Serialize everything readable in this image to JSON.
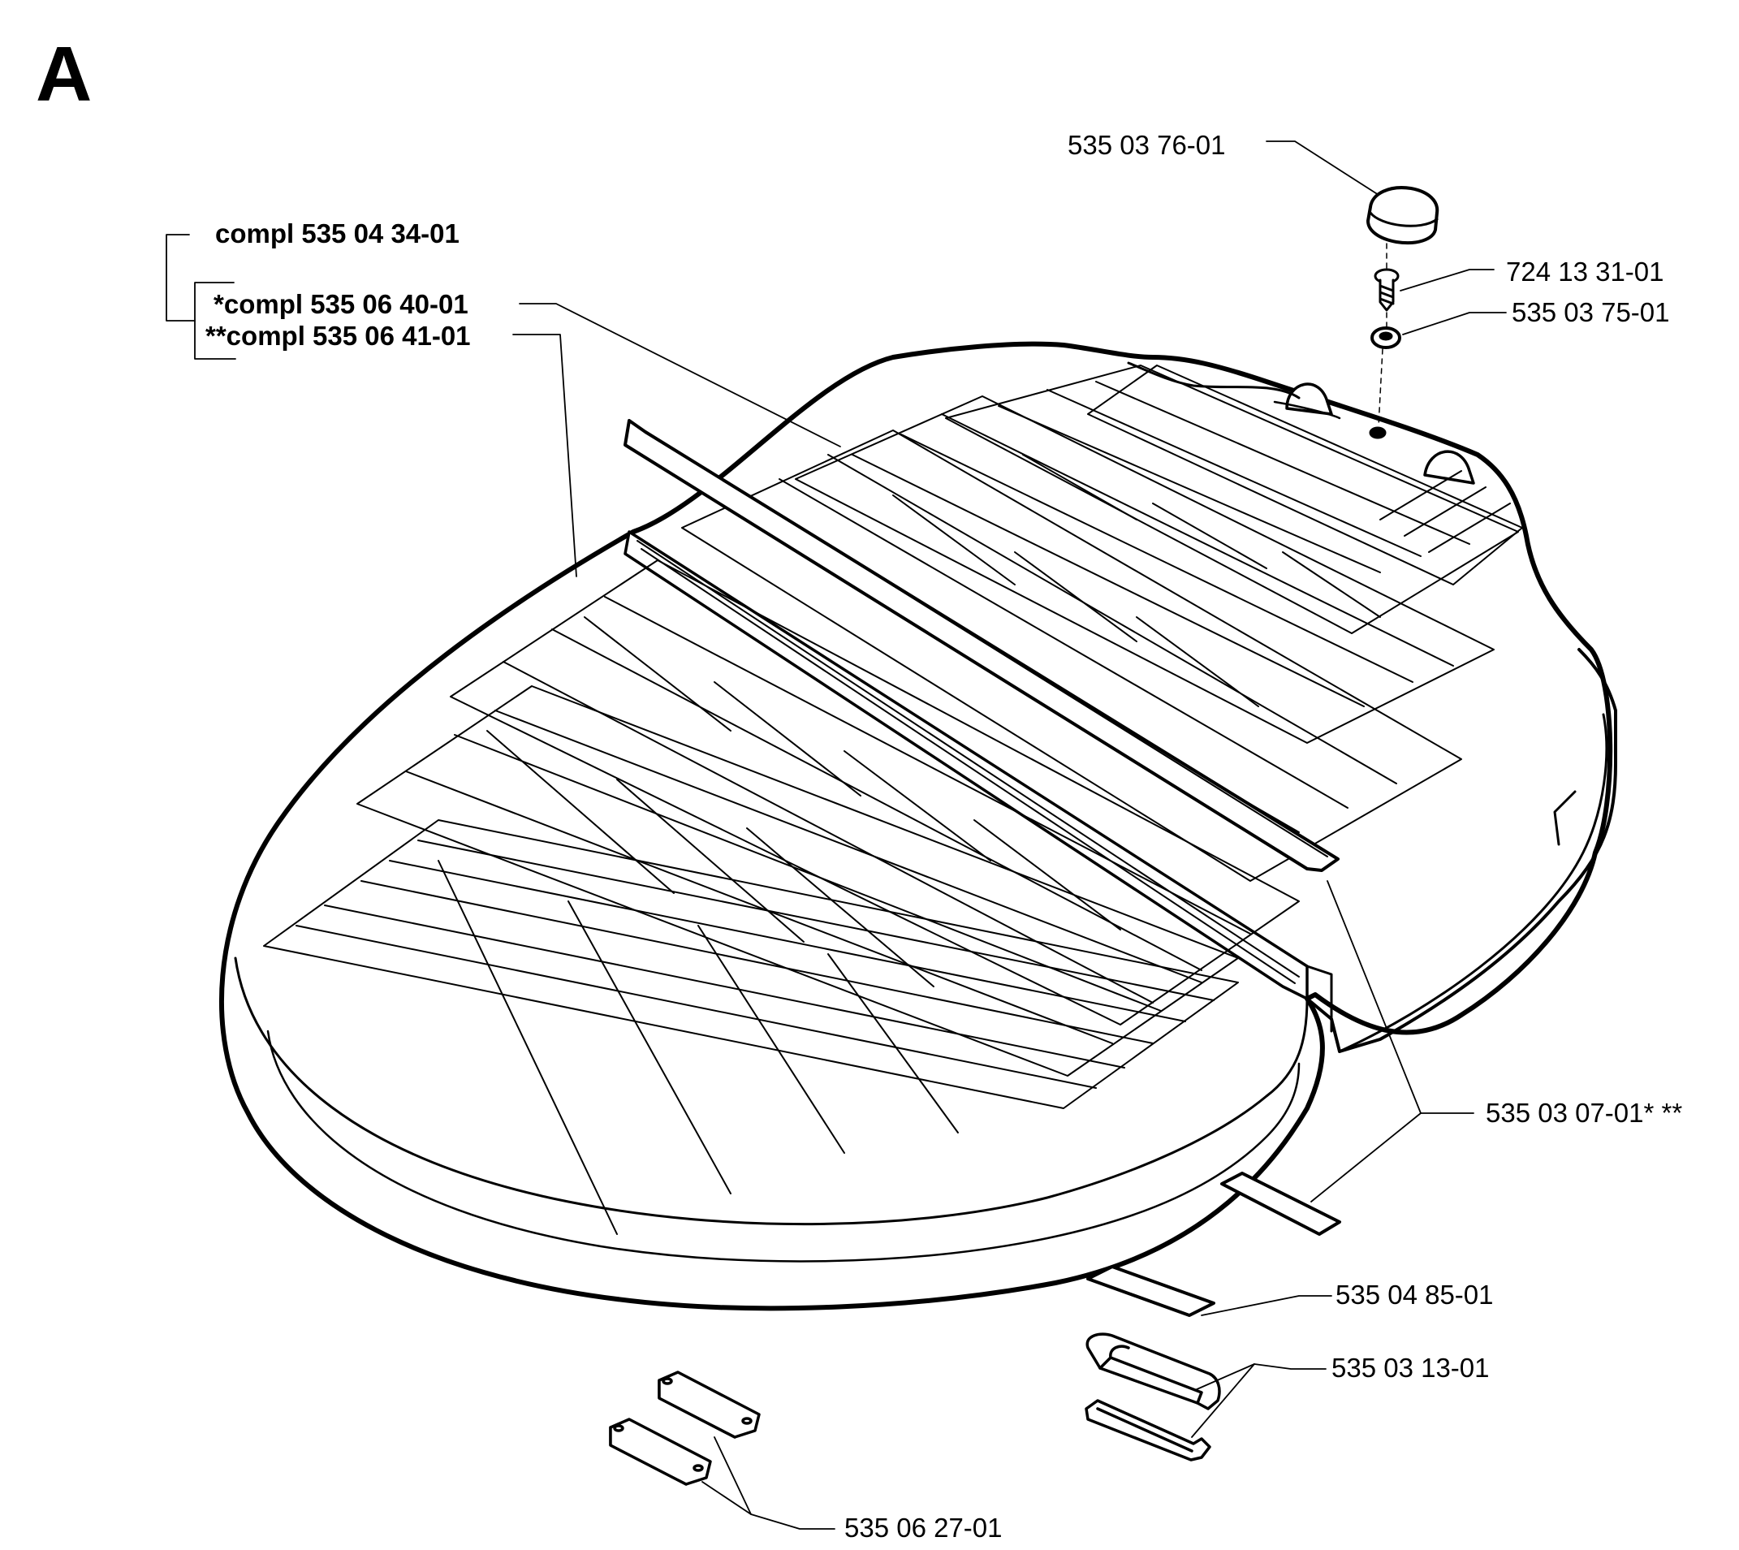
{
  "section": "A",
  "labels": {
    "compl_main": "compl 535 04 34-01",
    "compl_star": "*compl 535 06 40-01",
    "compl_dstar": "**compl 535 06 41-01",
    "p_cap": "535 03 76-01",
    "p_screw": "724 13 31-01",
    "p_washer": "535 03 75-01",
    "p_strip": "535 03 07-01* **",
    "p_pad": "535 04 85-01",
    "p_clip": "535 03 13-01",
    "p_bracket": "535 06 27-01"
  }
}
